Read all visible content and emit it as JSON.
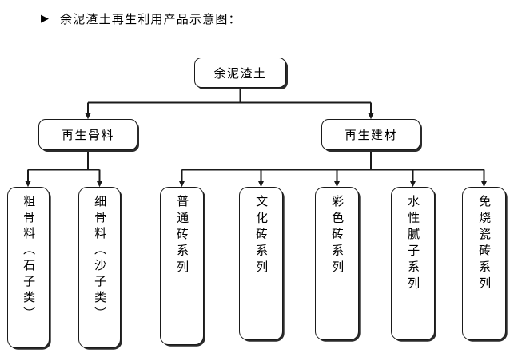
{
  "header": {
    "bullet_icon": "triangle-right-icon",
    "bullet_glyph": "▶",
    "text": "余泥渣土再生利用产品示意图："
  },
  "colors": {
    "background": "#ffffff",
    "stroke": "#1a1a1a",
    "shadow": "#2b2b2b",
    "text": "#000000"
  },
  "chart_data": {
    "type": "diagram",
    "diagram_kind": "tree-flowchart",
    "title": "余泥渣土再生利用产品示意图：",
    "orientation": "top-down",
    "levels": 3,
    "node_count": 10,
    "edge_count": 9,
    "nodes": [
      {
        "id": "root",
        "label": "余泥渣土",
        "level": 0,
        "text_orientation": "horizontal"
      },
      {
        "id": "aggregate",
        "label": "再生骨料",
        "level": 1,
        "text_orientation": "horizontal"
      },
      {
        "id": "material",
        "label": "再生建材",
        "level": 1,
        "text_orientation": "horizontal"
      },
      {
        "id": "leaf0",
        "label": "粗骨料（石子类）",
        "level": 2,
        "text_orientation": "vertical",
        "parent": "aggregate"
      },
      {
        "id": "leaf1",
        "label": "细骨料（沙子类）",
        "level": 2,
        "text_orientation": "vertical",
        "parent": "aggregate"
      },
      {
        "id": "leaf2",
        "label": "普通砖系列",
        "level": 2,
        "text_orientation": "vertical",
        "parent": "material"
      },
      {
        "id": "leaf3",
        "label": "文化砖系列",
        "level": 2,
        "text_orientation": "vertical",
        "parent": "material"
      },
      {
        "id": "leaf4",
        "label": "彩色砖系列",
        "level": 2,
        "text_orientation": "vertical",
        "parent": "material"
      },
      {
        "id": "leaf5",
        "label": "水性腻子系列",
        "level": 2,
        "text_orientation": "vertical",
        "parent": "material"
      },
      {
        "id": "leaf6",
        "label": "免烧瓷砖系列",
        "level": 2,
        "text_orientation": "vertical",
        "parent": "material"
      }
    ],
    "edges": [
      {
        "from": "root",
        "to": "aggregate",
        "arrow": true
      },
      {
        "from": "root",
        "to": "material",
        "arrow": true
      },
      {
        "from": "aggregate",
        "to": "leaf0",
        "arrow": true
      },
      {
        "from": "aggregate",
        "to": "leaf1",
        "arrow": true
      },
      {
        "from": "material",
        "to": "leaf2",
        "arrow": true
      },
      {
        "from": "material",
        "to": "leaf3",
        "arrow": true
      },
      {
        "from": "material",
        "to": "leaf4",
        "arrow": true
      },
      {
        "from": "material",
        "to": "leaf5",
        "arrow": true
      },
      {
        "from": "material",
        "to": "leaf6",
        "arrow": true
      }
    ]
  },
  "nodes": {
    "root": {
      "label": "余泥渣土"
    },
    "aggregate": {
      "label": "再生骨料"
    },
    "material": {
      "label": "再生建材"
    }
  },
  "leaves": [
    {
      "label": "粗骨料（石子类）"
    },
    {
      "label": "细骨料（沙子类）"
    },
    {
      "label": "普通砖系列"
    },
    {
      "label": "文化砖系列"
    },
    {
      "label": "彩色砖系列"
    },
    {
      "label": "水性腻子系列"
    },
    {
      "label": "免烧瓷砖系列"
    }
  ]
}
